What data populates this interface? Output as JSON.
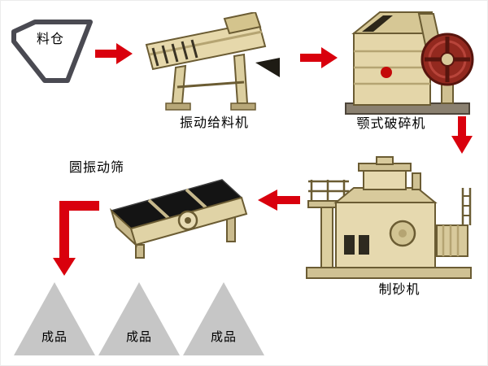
{
  "diagram_title": "",
  "nodes": {
    "silo": {
      "label": "料仓"
    },
    "feeder": {
      "label": "振动给料机"
    },
    "jaw_crusher": {
      "label": "颚式破碎机"
    },
    "sand_maker": {
      "label": "制砂机"
    },
    "vibrating_screen": {
      "label": "圆振动筛"
    },
    "products": [
      "成品",
      "成品",
      "成品"
    ]
  },
  "edges": [
    {
      "from": "silo",
      "to": "feeder",
      "direction": "right"
    },
    {
      "from": "feeder",
      "to": "jaw_crusher",
      "direction": "right"
    },
    {
      "from": "jaw_crusher",
      "to": "sand_maker",
      "direction": "down"
    },
    {
      "from": "sand_maker",
      "to": "vibrating_screen",
      "direction": "left"
    },
    {
      "from": "vibrating_screen",
      "to": "products",
      "direction": "down"
    }
  ],
  "colors": {
    "arrow_red": "#d9000d",
    "machine_beige": "#e6d8ab",
    "machine_outline": "#6b5c33",
    "screen_mesh": "#141414",
    "flywheel_red": "#93291f",
    "product_triangle_gray": "#c6c6c6",
    "silo_outline": "#4a4a52"
  }
}
